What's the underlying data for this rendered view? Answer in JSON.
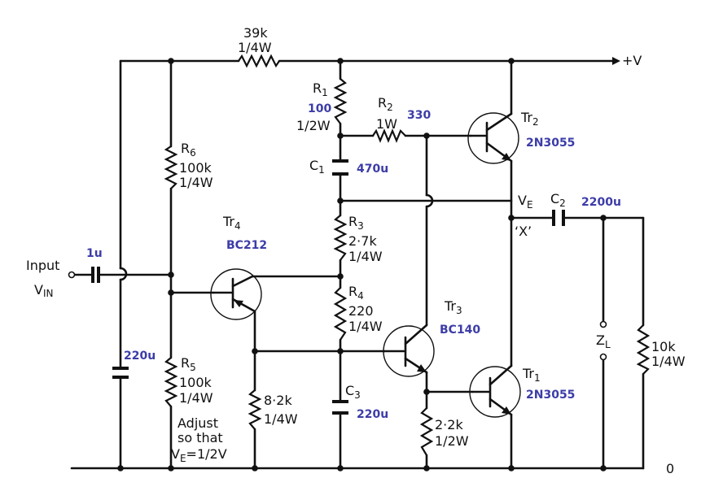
{
  "supply": "+V",
  "ground": "0",
  "input": {
    "label": "Input",
    "v_label": "V",
    "v_sub": "IN"
  },
  "output_node": {
    "v_label": "V",
    "v_sub": "E",
    "x_label": "‘X’"
  },
  "load": {
    "label": "Z",
    "sub": "L"
  },
  "r_feedback": {
    "value": "39k",
    "power": "1/4W"
  },
  "R1": {
    "name": "R",
    "sub": "1",
    "power": "1/2W",
    "value_blue": "100"
  },
  "R2": {
    "name": "R",
    "sub": "2",
    "power": "1W",
    "value_blue": "330"
  },
  "R3": {
    "name": "R",
    "sub": "3",
    "value": "2·7k",
    "power": "1/4W"
  },
  "R4": {
    "name": "R",
    "sub": "4",
    "value": "220",
    "power": "1/4W"
  },
  "R5": {
    "name": "R",
    "sub": "5",
    "value": "100k",
    "power": "1/4W"
  },
  "R6": {
    "name": "R",
    "sub": "6",
    "value": "100k",
    "power": "1/4W"
  },
  "r_8k2": {
    "value": "8·2k",
    "power": "1/4W"
  },
  "r_2k2": {
    "value": "2·2k",
    "power": "1/2W"
  },
  "r_10k": {
    "value": "10k",
    "power": "1/4W"
  },
  "C1": {
    "name": "C",
    "sub": "1",
    "value_blue": "470u"
  },
  "C2": {
    "name": "C",
    "sub": "2",
    "value_blue": "2200u"
  },
  "C3": {
    "name": "C",
    "sub": "3",
    "value_blue": "220u"
  },
  "c_in": {
    "value_blue": "1u"
  },
  "c_bias": {
    "value_blue": "220u"
  },
  "Tr1": {
    "name": "Tr",
    "sub": "1",
    "part_blue": "2N3055"
  },
  "Tr2": {
    "name": "Tr",
    "sub": "2",
    "part_blue": "2N3055"
  },
  "Tr3": {
    "name": "Tr",
    "sub": "3",
    "part_blue": "BC140"
  },
  "Tr4": {
    "name": "Tr",
    "sub": "4",
    "part_blue": "BC212"
  },
  "adjust_note": {
    "line1": "Adjust",
    "line2": "so that",
    "line3_v": "V",
    "line3_sub": "E",
    "line3_rest": "=1/2V"
  }
}
